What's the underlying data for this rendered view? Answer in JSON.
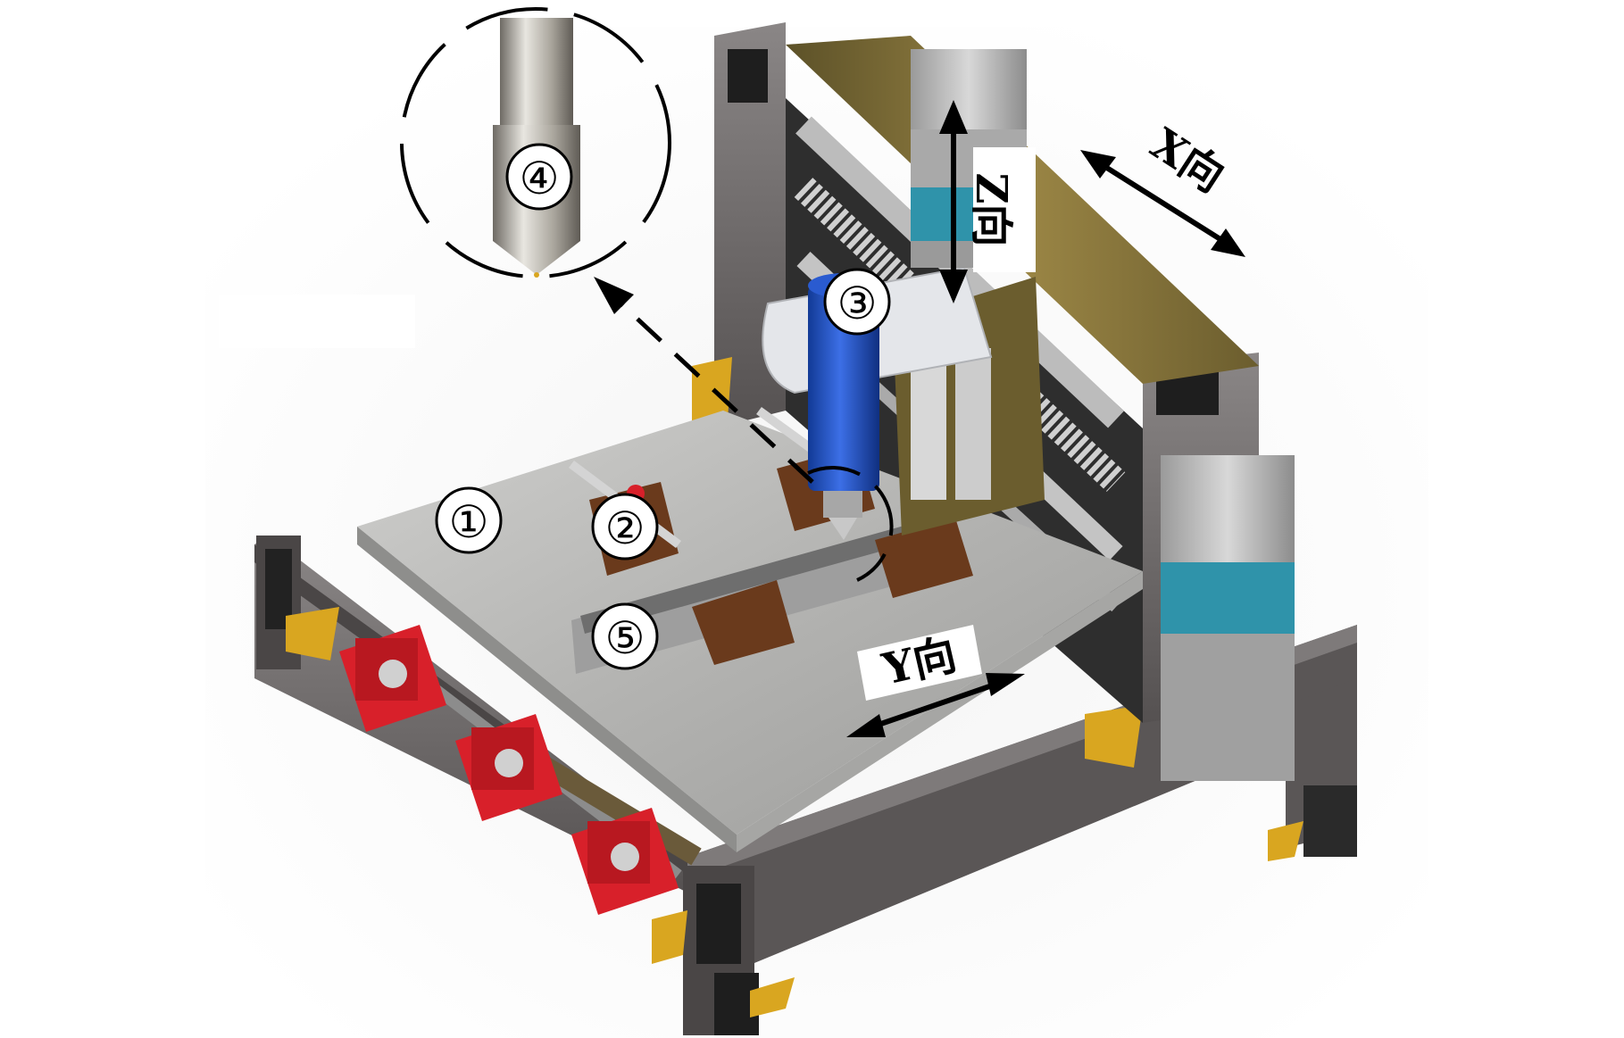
{
  "callouts": [
    {
      "id": "c1",
      "label": "①"
    },
    {
      "id": "c2",
      "label": "②"
    },
    {
      "id": "c3",
      "label": "③"
    },
    {
      "id": "c4",
      "label": "④"
    },
    {
      "id": "c5",
      "label": "⑤"
    }
  ],
  "axes": {
    "x_label": "X向",
    "y_label": "Y向",
    "z_label": "Z向"
  },
  "colors": {
    "frame_gray": "#6e6a6a",
    "plate_silver": "#b8b8b6",
    "bearing_red": "#d8202a",
    "bracket_gold": "#d9a620",
    "slider_brown": "#6a3a1c",
    "spindle_blue": "#1f52c6",
    "motor_teal": "#2f93aa",
    "panel_olive": "#7a6a35"
  }
}
